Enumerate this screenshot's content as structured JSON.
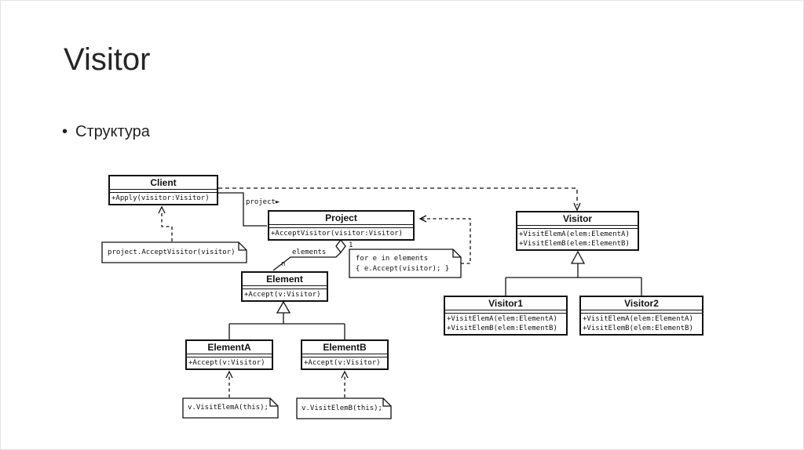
{
  "slide": {
    "title": "Visitor",
    "bullet_char": "•",
    "bullet": "Структура"
  },
  "diagram": {
    "classes": {
      "client": {
        "name": "Client",
        "m1": "+Apply(visitor:Visitor)"
      },
      "project": {
        "name": "Project",
        "m1": "+AcceptVisitor(visitor:Visitor)"
      },
      "element": {
        "name": "Element",
        "m1": "+Accept(v:Visitor)"
      },
      "elementA": {
        "name": "ElementA",
        "m1": "+Accept(v:Visitor)"
      },
      "elementB": {
        "name": "ElementB",
        "m1": "+Accept(v:Visitor)"
      },
      "visitor": {
        "name": "Visitor",
        "m1": "+VisitElemA(elem:ElementA)",
        "m2": "+VisitElemB(elem:ElementB)"
      },
      "visitor1": {
        "name": "Visitor1",
        "m1": "+VisitElemA(elem:ElementA)",
        "m2": "+VisitElemB(elem:ElementB)"
      },
      "visitor2": {
        "name": "Visitor2",
        "m1": "+VisitElemA(elem:ElementA)",
        "m2": "+VisitElemB(elem:ElementB)"
      }
    },
    "notes": {
      "client_call": "project.AcceptVisitor(visitor)",
      "loop_line1": "for e in elements",
      "loop_line2": "{ e.Accept(visitor); }",
      "visit_a": "v.VisitElemA(this);",
      "visit_b": "v.VisitElemB(this);"
    },
    "labels": {
      "project_ref": "project►",
      "elements": "elements",
      "n": "n",
      "one": "1"
    },
    "colors": {
      "line": "#111111",
      "background": "#ffffff"
    }
  }
}
